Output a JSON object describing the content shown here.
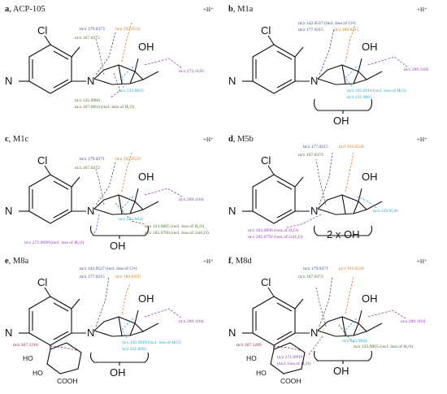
{
  "colors": {
    "navy": "#3b4a8c",
    "orange": "#d4761d",
    "olive": "#4d6a2f",
    "purple": "#8a40b6",
    "cyan": "#27a6d4",
    "wine": "#8a2352"
  },
  "panels": [
    {
      "letter": "a",
      "name": " ACP-105",
      "charge": "+H⁺",
      "annotations": [
        {
          "text": "m/z 179.0373",
          "color": "navy"
        },
        {
          "text": "m/z 193.0532",
          "color": "orange"
        },
        {
          "text": "m/z 167.0373",
          "color": "olive"
        },
        {
          "text": "m/z 273.1149",
          "color": "purple"
        },
        {
          "text": "m/z 233.0845",
          "color": "cyan"
        },
        {
          "text": "m/z 125.0960",
          "color": "olive"
        },
        {
          "text": "m/z 107.0856 (incl. loss of H₂O)",
          "color": "olive"
        }
      ]
    },
    {
      "letter": "b",
      "name": " M1a",
      "charge": "+H⁺",
      "annotations": [
        {
          "text": "m/z 142.0527 (incl. loss of Cl•)",
          "color": "navy"
        },
        {
          "text": "m/z 177.0215",
          "color": "navy"
        },
        {
          "text": "m/z 189.0215",
          "color": "orange"
        },
        {
          "text": "m/z 289.1105",
          "color": "purple"
        },
        {
          "text": "m/z 195.0918 (incl. loss of HCl)",
          "color": "cyan"
        },
        {
          "text": "m/z 231.0685",
          "color": "cyan"
        }
      ]
    },
    {
      "letter": "c",
      "name": " M1c",
      "charge": "+H⁺",
      "annotations": [
        {
          "text": "m/z 179.0371",
          "color": "navy"
        },
        {
          "text": "m/z 193.0529",
          "color": "orange"
        },
        {
          "text": "m/z 167.0372",
          "color": "olive"
        },
        {
          "text": "m/z 289.1104",
          "color": "purple"
        },
        {
          "text": "m/z 233.0842",
          "color": "cyan"
        },
        {
          "text": "m/z 123.0805 (incl. loss of H₂O)",
          "color": "olive"
        },
        {
          "text": "m/z 105.0700 (incl. loss of 2xH₂O)",
          "color": "olive"
        },
        {
          "text": "m/z 271.0999 (incl. loss of H₂O)",
          "color": "purple"
        }
      ]
    },
    {
      "letter": "d",
      "name": " M5b",
      "charge": "+H⁺",
      "annotations": [
        {
          "text": "m/z 177.0215",
          "color": "navy"
        },
        {
          "text": "m/z 193.0528",
          "color": "orange"
        },
        {
          "text": "m/z 167.0372",
          "color": "olive"
        },
        {
          "text": "m/z 229.0530",
          "color": "cyan"
        },
        {
          "text": "m/z 303.0896 (loss of H₂O)",
          "color": "purple"
        },
        {
          "text": "m/z 285.0792 (loss of 2xH₂O)",
          "color": "purple"
        }
      ]
    },
    {
      "letter": "e",
      "name": " M8a",
      "charge": "+H⁺",
      "annotations": [
        {
          "text": "m/z 142.0527 (incl. loss of Cl•)",
          "color": "navy"
        },
        {
          "text": "m/z 177.0215",
          "color": "navy"
        },
        {
          "text": "m/z 189.0216",
          "color": "orange"
        },
        {
          "text": "m/z 289.1104",
          "color": "purple"
        },
        {
          "text": "m/z 307.1210",
          "color": "wine"
        },
        {
          "text": "m/z 195.0919 (incl. loss of HCl)",
          "color": "cyan"
        },
        {
          "text": "m/z 231.0685",
          "color": "cyan"
        }
      ]
    },
    {
      "letter": "f",
      "name": " M8d",
      "charge": "+H⁺",
      "annotations": [
        {
          "text": "m/z 179.0371",
          "color": "navy"
        },
        {
          "text": "m/z 193.0528",
          "color": "orange"
        },
        {
          "text": "m/z 167.0372",
          "color": "olive"
        },
        {
          "text": "m/z 289.1104",
          "color": "purple"
        },
        {
          "text": "m/z 233.0841",
          "color": "cyan"
        },
        {
          "text": "m/z 307.1209",
          "color": "wine"
        },
        {
          "text": "m/z 123.0805 (incl. loss of H₂O)",
          "color": "olive"
        },
        {
          "text": "m/z 271.0999",
          "color": "purple"
        },
        {
          "text": "(incl. loss of H₂O)",
          "color": "purple"
        }
      ]
    }
  ],
  "atoms": {
    "cl": "Cl",
    "n": "N",
    "nc": "N",
    "oh": "OH",
    "two_oh": "2 x OH",
    "ho": "HO",
    "cooh": "COOH"
  }
}
